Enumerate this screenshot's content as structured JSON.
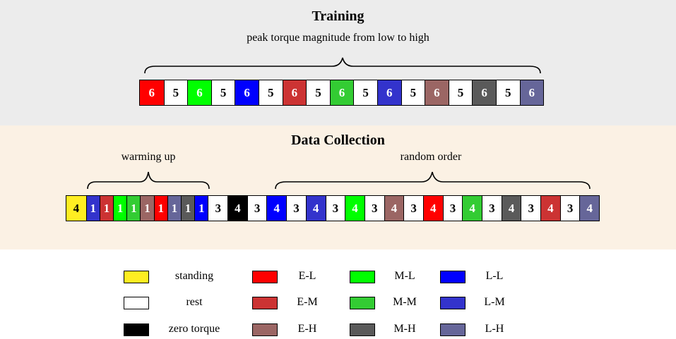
{
  "colors": {
    "standing": "#ffee22",
    "rest": "#ffffff",
    "zero": "#000000",
    "EL": "#ff0000",
    "EM": "#cc3333",
    "EH": "#9b6664",
    "ML": "#00ff00",
    "MM": "#33cc33",
    "MH": "#5a5a5a",
    "LL": "#0000ff",
    "LM": "#3333cc",
    "LH": "#666699"
  },
  "training": {
    "title": "Training",
    "subtitle": "peak torque magnitude from low  to high",
    "cells": [
      {
        "v": "6",
        "c": "EL"
      },
      {
        "v": "5",
        "c": "rest"
      },
      {
        "v": "6",
        "c": "ML"
      },
      {
        "v": "5",
        "c": "rest"
      },
      {
        "v": "6",
        "c": "LL"
      },
      {
        "v": "5",
        "c": "rest"
      },
      {
        "v": "6",
        "c": "EM"
      },
      {
        "v": "5",
        "c": "rest"
      },
      {
        "v": "6",
        "c": "MM"
      },
      {
        "v": "5",
        "c": "rest"
      },
      {
        "v": "6",
        "c": "LM"
      },
      {
        "v": "5",
        "c": "rest"
      },
      {
        "v": "6",
        "c": "EH"
      },
      {
        "v": "5",
        "c": "rest"
      },
      {
        "v": "6",
        "c": "MH"
      },
      {
        "v": "5",
        "c": "rest"
      },
      {
        "v": "6",
        "c": "LH"
      }
    ]
  },
  "collection": {
    "title": "Data Collection",
    "warmup_label": "warming up",
    "random_label": "random order",
    "cells": [
      {
        "v": "4",
        "c": "standing",
        "w": "wide"
      },
      {
        "v": "1",
        "c": "LM"
      },
      {
        "v": "1",
        "c": "EM"
      },
      {
        "v": "1",
        "c": "ML"
      },
      {
        "v": "1",
        "c": "MM"
      },
      {
        "v": "1",
        "c": "EH"
      },
      {
        "v": "1",
        "c": "EL"
      },
      {
        "v": "1",
        "c": "LH"
      },
      {
        "v": "1",
        "c": "MH"
      },
      {
        "v": "1",
        "c": "LL"
      },
      {
        "v": "3",
        "c": "rest",
        "w": "wide"
      },
      {
        "v": "4",
        "c": "zero",
        "w": "wide"
      },
      {
        "v": "3",
        "c": "rest",
        "w": "wide"
      },
      {
        "v": "4",
        "c": "LL",
        "w": "wide"
      },
      {
        "v": "3",
        "c": "rest",
        "w": "wide"
      },
      {
        "v": "4",
        "c": "LM",
        "w": "wide"
      },
      {
        "v": "3",
        "c": "rest",
        "w": "wide"
      },
      {
        "v": "4",
        "c": "ML",
        "w": "wide"
      },
      {
        "v": "3",
        "c": "rest",
        "w": "wide"
      },
      {
        "v": "4",
        "c": "EH",
        "w": "wide"
      },
      {
        "v": "3",
        "c": "rest",
        "w": "wide"
      },
      {
        "v": "4",
        "c": "EL",
        "w": "wide"
      },
      {
        "v": "3",
        "c": "rest",
        "w": "wide"
      },
      {
        "v": "4",
        "c": "MM",
        "w": "wide"
      },
      {
        "v": "3",
        "c": "rest",
        "w": "wide"
      },
      {
        "v": "4",
        "c": "MH",
        "w": "wide"
      },
      {
        "v": "3",
        "c": "rest",
        "w": "wide"
      },
      {
        "v": "4",
        "c": "EM",
        "w": "wide"
      },
      {
        "v": "3",
        "c": "rest",
        "w": "wide"
      },
      {
        "v": "4",
        "c": "LH",
        "w": "wide"
      }
    ]
  },
  "legend": [
    {
      "label": "standing",
      "c": "standing"
    },
    {
      "label": "rest",
      "c": "rest"
    },
    {
      "label": "zero torque",
      "c": "zero"
    },
    {
      "label": "E-L",
      "c": "EL"
    },
    {
      "label": "E-M",
      "c": "EM"
    },
    {
      "label": "E-H",
      "c": "EH"
    },
    {
      "label": "M-L",
      "c": "ML"
    },
    {
      "label": "M-M",
      "c": "MM"
    },
    {
      "label": "M-H",
      "c": "MH"
    },
    {
      "label": "L-L",
      "c": "LL"
    },
    {
      "label": "L-M",
      "c": "LM"
    },
    {
      "label": "L-H",
      "c": "LH"
    }
  ]
}
